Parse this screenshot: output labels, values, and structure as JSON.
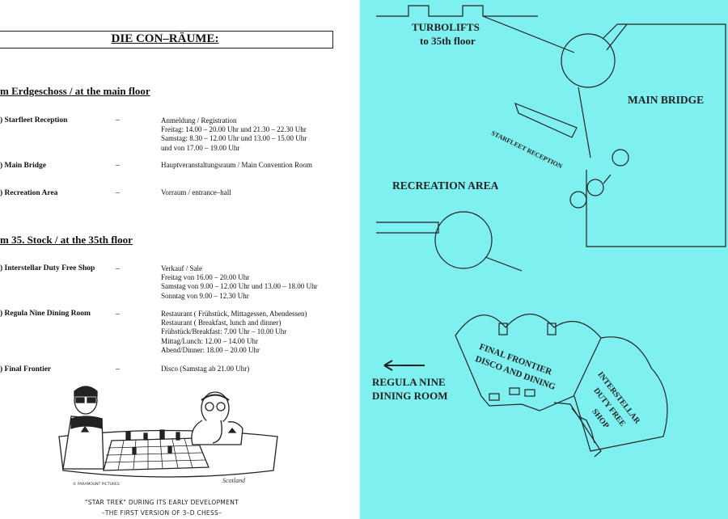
{
  "left_page": {
    "title": "DIE CON–RÄUME:",
    "sections": [
      {
        "heading": "m Erdgeschoss / at the main floor",
        "rooms": [
          {
            "name": ") Starfleet Reception",
            "dash": "–",
            "lines": [
              "Anmeldung / Registration",
              "Freitag: 14.00 – 20.00 Uhr und 21.30 – 22.30 Uhr",
              "Samstag: 8.30 – 12.00 Uhr und 13.00 – 15.00 Uhr",
              "und von 17.00 – 19.00 Uhr"
            ]
          },
          {
            "name": ") Main Bridge",
            "dash": "–",
            "lines": [
              "Hauptveranstaltungsraum / Main Convention Room"
            ]
          },
          {
            "name": ") Recreation Area",
            "dash": "–",
            "lines": [
              "Vorraum / entrance–hall"
            ]
          }
        ]
      },
      {
        "heading": "m 35. Stock / at the 35th floor",
        "rooms": [
          {
            "name": ") Interstellar Duty Free Shop",
            "dash": "–",
            "lines": [
              "Verkauf / Sale",
              "Freitag von 16.00 – 20.00 Uhr",
              "Samstag von 9.00 – 12.00 Uhr und 13.00 – 18.00 Uhr",
              "Sonntag von 9.00 – 12.30 Uhr"
            ]
          },
          {
            "name": ") Regula Nine Dining Room",
            "dash": "–",
            "lines": [
              "Restaurant ( Frühstück, Mittagessen, Abendessen)",
              "Restaurant ( Breakfast, lunch and dinner)",
              "Frühstück/Breakfast: 7.00 Uhr – 10.00 Uhr",
              "Mittag/Lunch: 12.00 – 14.00 Uhr",
              "Abend/Dinner: 18.00 – 20.00 Uhr"
            ]
          },
          {
            "name": ") Final Frontier",
            "dash": "–",
            "lines": [
              "Disco (Samstag ab 21.00 Uhr)"
            ]
          }
        ]
      }
    ],
    "cartoon": {
      "copyright": "© PARAMOUNT PICTURES",
      "signature": "Scotland",
      "caption_line1": "\"STAR TREK\" DURING ITS EARLY DEVELOPMENT",
      "caption_line2": "–THE FIRST VERSION OF 3–D CHESS–"
    }
  },
  "right_page": {
    "turbolifts_line1": "TURBOLIFTS",
    "turbolifts_line2": "to 35th floor",
    "main_bridge": "MAIN BRIDGE",
    "starfleet_reception": "STARFLEET RECEPTION",
    "recreation_area": "RECREATION AREA",
    "final_frontier_line1": "FINAL FRONTIER",
    "final_frontier_line2": "DISCO AND DINING",
    "interstellar_line1": "INTERSTELLAR",
    "interstellar_line2": "DUTY FREE",
    "interstellar_line3": "SHOP",
    "regula_line1": "REGULA NINE",
    "regula_line2": "DINING ROOM",
    "colors": {
      "map_background": "#7ff0f0",
      "ink": "#222222"
    }
  }
}
